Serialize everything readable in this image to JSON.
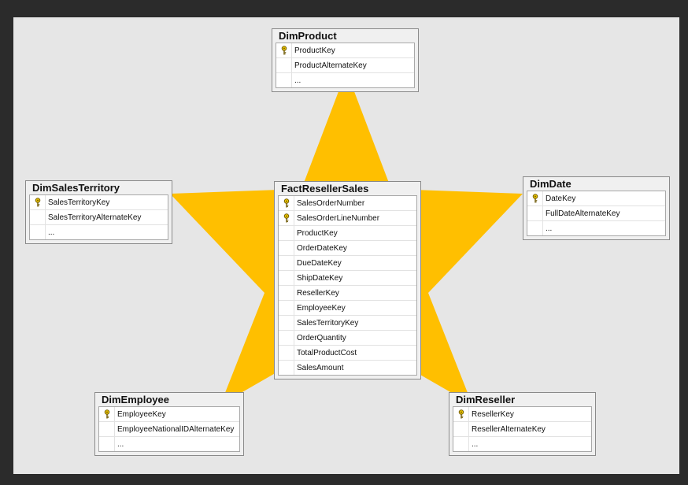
{
  "colors": {
    "star": "#ffbf00",
    "background": "#e6e6e6",
    "frame": "#2b2b2b"
  },
  "tables": {
    "dimproduct": {
      "name": "DimProduct",
      "columns": [
        {
          "label": "ProductKey",
          "key": true
        },
        {
          "label": "ProductAlternateKey",
          "key": false
        },
        {
          "label": "...",
          "key": false
        }
      ]
    },
    "dimsalesterritory": {
      "name": "DimSalesTerritory",
      "columns": [
        {
          "label": "SalesTerritoryKey",
          "key": true
        },
        {
          "label": "SalesTerritoryAlternateKey",
          "key": false
        },
        {
          "label": "...",
          "key": false
        }
      ]
    },
    "factresellersales": {
      "name": "FactResellerSales",
      "columns": [
        {
          "label": "SalesOrderNumber",
          "key": true
        },
        {
          "label": "SalesOrderLineNumber",
          "key": true
        },
        {
          "label": "ProductKey",
          "key": false
        },
        {
          "label": "OrderDateKey",
          "key": false
        },
        {
          "label": "DueDateKey",
          "key": false
        },
        {
          "label": "ShipDateKey",
          "key": false
        },
        {
          "label": "ResellerKey",
          "key": false
        },
        {
          "label": "EmployeeKey",
          "key": false
        },
        {
          "label": "SalesTerritoryKey",
          "key": false
        },
        {
          "label": "OrderQuantity",
          "key": false
        },
        {
          "label": "TotalProductCost",
          "key": false
        },
        {
          "label": "SalesAmount",
          "key": false
        }
      ]
    },
    "dimdate": {
      "name": "DimDate",
      "columns": [
        {
          "label": "DateKey",
          "key": true
        },
        {
          "label": "FullDateAlternateKey",
          "key": false
        },
        {
          "label": "...",
          "key": false
        }
      ]
    },
    "dimemployee": {
      "name": "DimEmployee",
      "columns": [
        {
          "label": "EmployeeKey",
          "key": true
        },
        {
          "label": "EmployeeNationalIDAlternateKey",
          "key": false
        },
        {
          "label": "...",
          "key": false
        }
      ]
    },
    "dimreseller": {
      "name": "DimReseller",
      "columns": [
        {
          "label": "ResellerKey",
          "key": true
        },
        {
          "label": "ResellerAlternateKey",
          "key": false
        },
        {
          "label": "...",
          "key": false
        }
      ]
    }
  }
}
